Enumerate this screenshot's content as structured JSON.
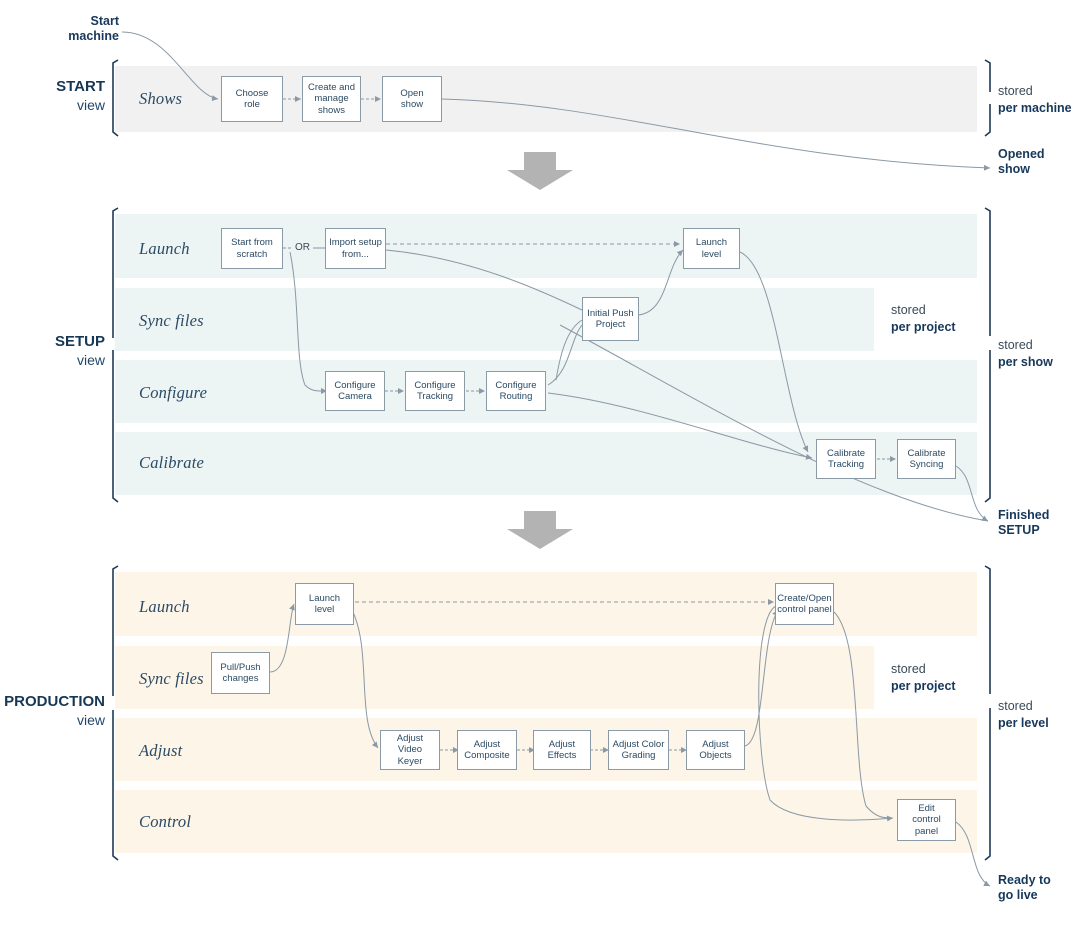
{
  "diagram": {
    "title": "Show production workflow views",
    "colors": {
      "start_band": "#f1f1f1",
      "setup_band": "#ecf4f4",
      "production_band": "#fcf5e8",
      "box_border": "#8a9aa6",
      "text": "#2b4a63",
      "accent_label": "#16385a",
      "connector": "#8a99a5",
      "arrow_fill": "#b3b3b3"
    }
  },
  "callouts": {
    "start_machine": {
      "line1": "Start",
      "line2": "machine"
    },
    "opened_show": {
      "line1": "Opened",
      "line2": "show"
    },
    "finished_setup": {
      "line1": "Finished",
      "line2": "SETUP"
    },
    "ready_to_go_live": {
      "line1": "Ready to",
      "line2": "go live"
    }
  },
  "or_label": "OR",
  "sections": [
    {
      "id": "start",
      "phase": {
        "main": "START",
        "sub": "view"
      },
      "stored": {
        "top": "stored",
        "bottom": "per machine"
      },
      "rows": [
        {
          "label": "Shows",
          "nodes": [
            {
              "lines": [
                "Choose",
                "role"
              ]
            },
            {
              "lines": [
                "Create and",
                "manage",
                "shows"
              ]
            },
            {
              "lines": [
                "Open",
                "show"
              ]
            }
          ]
        }
      ]
    },
    {
      "id": "setup",
      "phase": {
        "main": "SETUP",
        "sub": "view"
      },
      "stored_inner": {
        "top": "stored",
        "bottom": "per project"
      },
      "stored": {
        "top": "stored",
        "bottom": "per show"
      },
      "rows": [
        {
          "label": "Launch",
          "nodes": [
            {
              "lines": [
                "Start from",
                "scratch"
              ]
            },
            {
              "lines": [
                "Import setup",
                "from..."
              ]
            },
            {
              "lines": [
                "Launch",
                "level"
              ]
            }
          ]
        },
        {
          "label": "Sync files",
          "nodes": [
            {
              "lines": [
                "Initial Push",
                "Project"
              ]
            }
          ]
        },
        {
          "label": "Configure",
          "nodes": [
            {
              "lines": [
                "Configure",
                "Camera"
              ]
            },
            {
              "lines": [
                "Configure",
                "Tracking"
              ]
            },
            {
              "lines": [
                "Configure",
                "Routing"
              ]
            }
          ]
        },
        {
          "label": "Calibrate",
          "nodes": [
            {
              "lines": [
                "Calibrate",
                "Tracking"
              ]
            },
            {
              "lines": [
                "Calibrate",
                "Syncing"
              ]
            }
          ]
        }
      ]
    },
    {
      "id": "production",
      "phase": {
        "main": "PRODUCTION",
        "sub": "view"
      },
      "stored_inner": {
        "top": "stored",
        "bottom": "per project"
      },
      "stored": {
        "top": "stored",
        "bottom": "per level"
      },
      "rows": [
        {
          "label": "Launch",
          "nodes": [
            {
              "lines": [
                "Launch",
                "level"
              ]
            },
            {
              "lines": [
                "Create/Open",
                "control panel"
              ]
            }
          ]
        },
        {
          "label": "Sync files",
          "nodes": [
            {
              "lines": [
                "Pull/Push",
                "changes"
              ]
            }
          ]
        },
        {
          "label": "Adjust",
          "nodes": [
            {
              "lines": [
                "Adjust Video",
                "Keyer"
              ]
            },
            {
              "lines": [
                "Adjust",
                "Composite"
              ]
            },
            {
              "lines": [
                "Adjust",
                "Effects"
              ]
            },
            {
              "lines": [
                "Adjust Color",
                "Grading"
              ]
            },
            {
              "lines": [
                "Adjust",
                "Objects"
              ]
            }
          ]
        },
        {
          "label": "Control",
          "nodes": [
            {
              "lines": [
                "Edit",
                "control panel"
              ]
            }
          ]
        }
      ]
    }
  ]
}
